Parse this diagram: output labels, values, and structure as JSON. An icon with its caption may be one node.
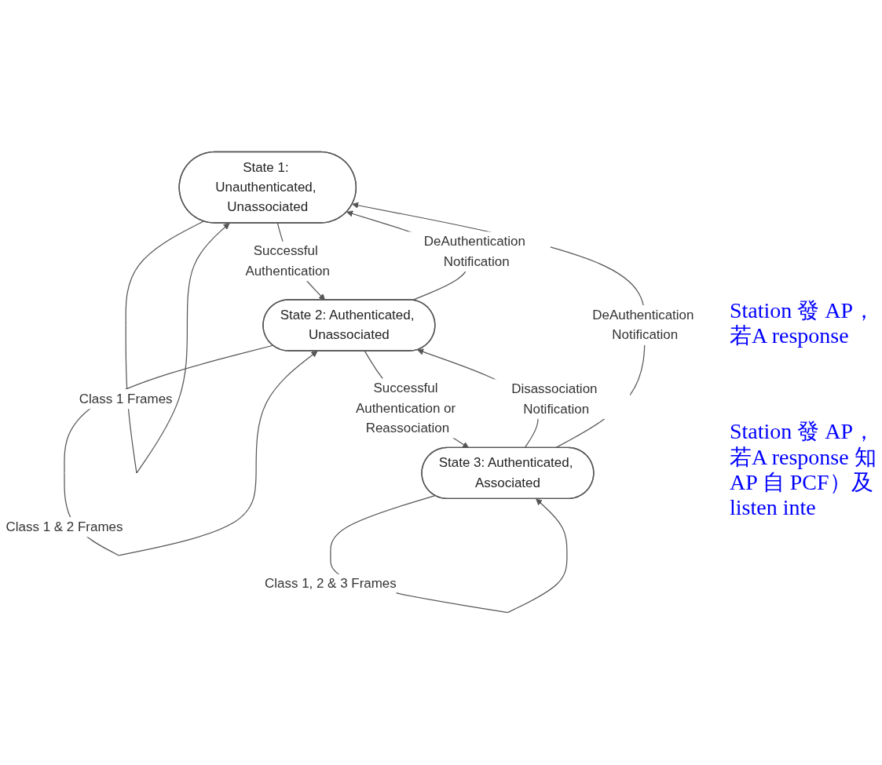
{
  "diagram": {
    "nodes": [
      {
        "text": [
          "State 1: Unauthenticated, Unassociated"
        ]
      },
      {
        "text": [
          "State 2: Authenticated, Unassociated"
        ]
      },
      {
        "text": [
          "State 3: Authenticated, Associated"
        ]
      }
    ],
    "edges": [
      {
        "from": 0,
        "to": 0,
        "arrow": "to",
        "label": "Class 1 Frames"
      },
      {
        "from": 0,
        "to": 1,
        "arrow": "to",
        "label": "Successful Authentication"
      },
      {
        "from": 1,
        "to": 0,
        "arrow": "to",
        "label": "DeAuthentication Notification"
      },
      {
        "from": 1,
        "to": 1,
        "arrow": "to",
        "label": "Class 1 & 2 Frames"
      },
      {
        "from": 1,
        "to": 2,
        "arrow": "to",
        "label": "Successful Authentication or Reassociation"
      },
      {
        "from": 2,
        "to": 1,
        "arrow": "to",
        "label": "Disassociation Notification"
      },
      {
        "from": 2,
        "to": 2,
        "arrow": "to",
        "label": "Class 1, 2 & 3 Frames"
      },
      {
        "from": 2,
        "to": 0,
        "arrow": "to",
        "label": "DeAuthentication Notification"
      }
    ],
    "labels": [
      "Station 發 AP，若A response",
      "Station 發 AP，若A response 知 AP 自 PCF）及 listen inte"
    ]
  }
}
